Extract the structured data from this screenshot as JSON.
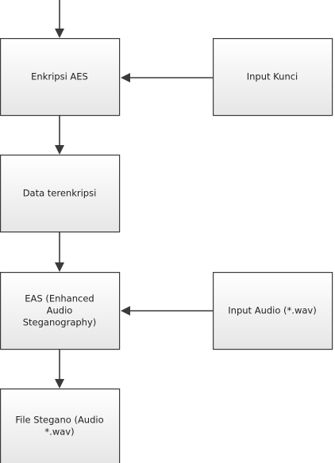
{
  "diagram": {
    "type": "flowchart",
    "nodes": [
      {
        "id": "enkripsi-aes",
        "name": "enkripsi-aes-box",
        "lines": [
          "Enkripsi AES"
        ]
      },
      {
        "id": "input-kunci",
        "name": "input-kunci-box",
        "lines": [
          "Input Kunci"
        ]
      },
      {
        "id": "data-terenkripsi",
        "name": "data-terenkripsi-box",
        "lines": [
          "Data terenkripsi"
        ]
      },
      {
        "id": "eas",
        "name": "eas-box",
        "lines": [
          "EAS (Enhanced",
          "Audio",
          "Steganography)"
        ]
      },
      {
        "id": "input-audio",
        "name": "input-audio-box",
        "lines": [
          "Input Audio (*.wav)"
        ]
      },
      {
        "id": "file-stegano",
        "name": "file-stegano-box",
        "lines": [
          "File Stegano (Audio",
          "*.wav)"
        ]
      }
    ],
    "edges": [
      {
        "id": "top-to-enkripsi",
        "from": "",
        "to": "enkripsi-aes"
      },
      {
        "id": "kunci-to-enkripsi",
        "from": "input-kunci",
        "to": "enkripsi-aes"
      },
      {
        "id": "enkripsi-to-data",
        "from": "enkripsi-aes",
        "to": "data-terenkripsi"
      },
      {
        "id": "data-to-eas",
        "from": "data-terenkripsi",
        "to": "eas"
      },
      {
        "id": "audio-to-eas",
        "from": "input-audio",
        "to": "eas"
      },
      {
        "id": "eas-to-file",
        "from": "eas",
        "to": "file-stegano"
      }
    ],
    "colors": {
      "box_fill_top": "#ffffff",
      "box_fill_bottom": "#e6e6e6",
      "stroke": "#3a3a3a",
      "text": "#222222"
    }
  }
}
